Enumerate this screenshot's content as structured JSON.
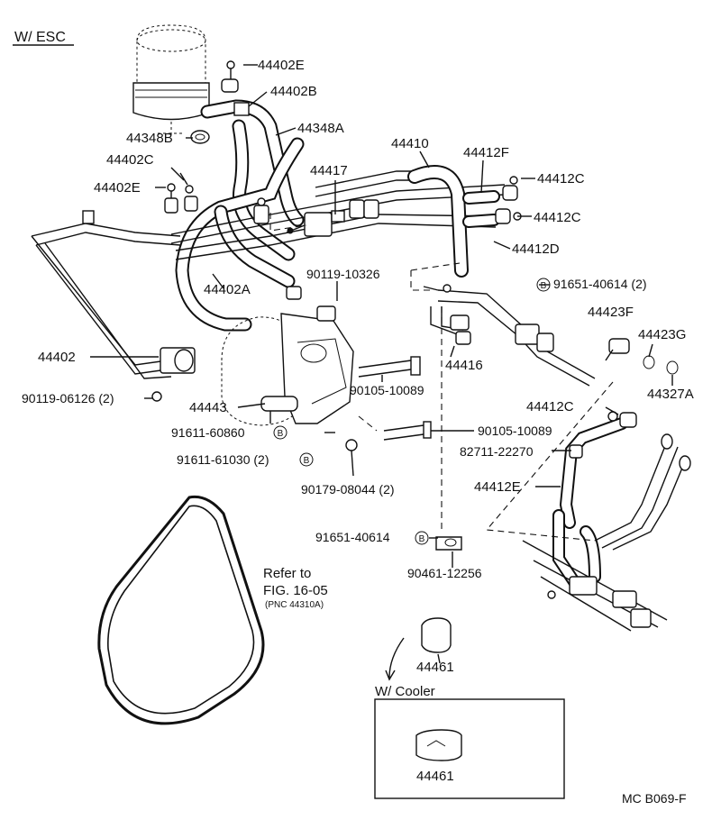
{
  "header": {
    "variant_label": "W/ ESC"
  },
  "labels": {
    "l44402E_top": "44402E",
    "l44402B": "44402B",
    "l44348A": "44348A",
    "l44348B": "44348B",
    "l44402C": "44402C",
    "l44402E_left": "44402E",
    "l44410": "44410",
    "l44412F": "44412F",
    "l44412C_top": "44412C",
    "l44412C_mid": "44412C",
    "l44417": "44417",
    "l44412D": "44412D",
    "l44402A": "44402A",
    "l90119_10326": "90119-10326",
    "l91651_40614_a": "91651-40614 (2)",
    "l44423F": "44423F",
    "l44423G": "44423G",
    "l44402": "44402",
    "l44416": "44416",
    "l44327A": "44327A",
    "l90119_06126": "90119-06126 (2)",
    "l90105_10089_a": "90105-10089",
    "l44443": "44443",
    "l44412C_low": "44412C",
    "l91611_60860": "91611-60860",
    "l90105_10089_b": "90105-10089",
    "l82711_22270": "82711-22270",
    "l91611_61030": "91611-61030 (2)",
    "l90179_08044": "90179-08044 (2)",
    "l44412E": "44412E",
    "l91651_40614_b": "91651-40614",
    "l90461_12256": "90461-12256",
    "l44461_a": "44461",
    "l44461_b": "44461"
  },
  "reference": {
    "line1": "Refer to",
    "line2": "FIG. 16-05",
    "line3": "(PNC 44310A)"
  },
  "cooler_box": {
    "title": "W/ Cooler"
  },
  "marker_symbol": "B",
  "footer": {
    "drawing_code": "MC B069-F"
  }
}
